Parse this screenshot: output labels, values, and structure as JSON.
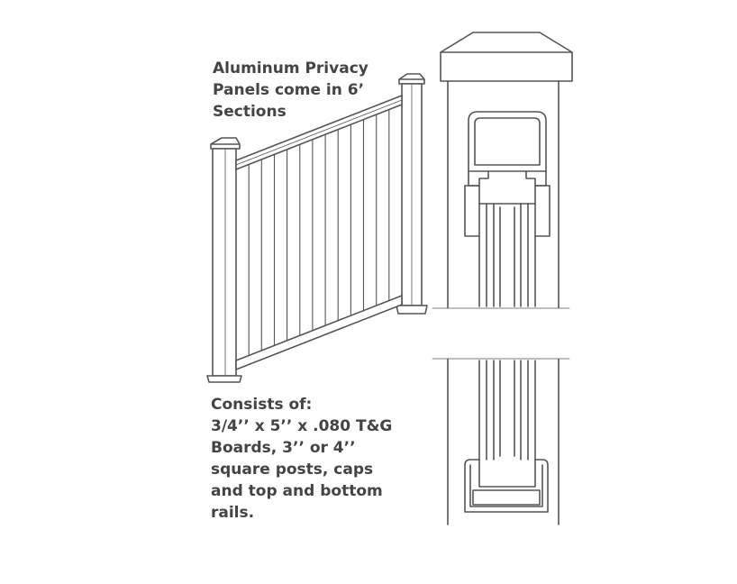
{
  "captions": {
    "top": "Aluminum Privacy\nPanels come in 6’\nSections",
    "bottom": "Consists of:\n3/4’’ x 5’’ x .080 T&G\nBoards, 3’’ or 4’’\nsquare posts, caps\nand top and bottom\nrails."
  },
  "panel": {
    "picket_count": 13
  },
  "colors": {
    "line": "#555555",
    "text": "#444444",
    "background": "#ffffff"
  }
}
